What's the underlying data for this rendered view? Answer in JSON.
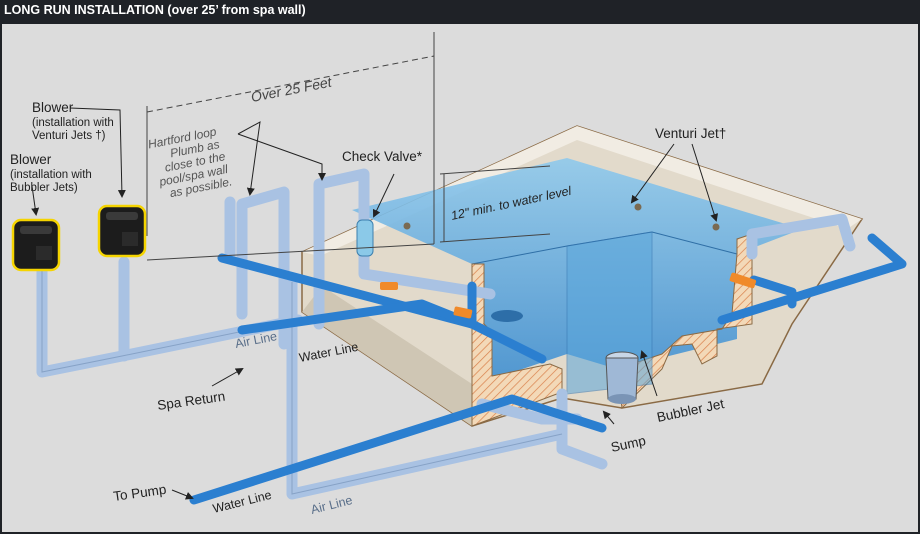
{
  "title": "LONG RUN INSTALLATION (over 25’ from spa wall)",
  "labels": {
    "blower_venturi_l1": "Blower",
    "blower_venturi_l2": "(installation with",
    "blower_venturi_l3": "Venturi Jets †)",
    "blower_bubbler_l1": "Blower",
    "blower_bubbler_l2": "(installation with",
    "blower_bubbler_l3": "Bubbler Jets)",
    "over_25_feet": "Over 25 Feet",
    "hartford_l1": "Hartford loop",
    "hartford_l2": "Plumb as",
    "hartford_l3": "close to the",
    "hartford_l4": "pool/spa wall",
    "hartford_l5": "as possible.",
    "check_valve": "Check Valve*",
    "water_level": "12\" min. to water level",
    "venturi_jet": "Venturi Jet†",
    "air_line_upper": "Air Line",
    "water_line_upper": "Water Line",
    "spa_return": "Spa Return",
    "bubbler_jet": "Bubbler Jet",
    "sump": "Sump",
    "to_pump": "To Pump",
    "water_line_lower": "Water Line",
    "air_line_lower": "Air Line"
  },
  "colors": {
    "background": "#dcdcdc",
    "frame": "#1f2227",
    "air_pipe": "#a9c2e3",
    "water_pipe": "#2b7fd0",
    "spa_shell": "#d9d2c4",
    "spa_water": "#6cb3e0",
    "check_valve": "#8bc9e8",
    "orange_fitting": "#f08a2a",
    "blower_body": "#1c1c1c",
    "blower_outline": "#f5d400"
  }
}
